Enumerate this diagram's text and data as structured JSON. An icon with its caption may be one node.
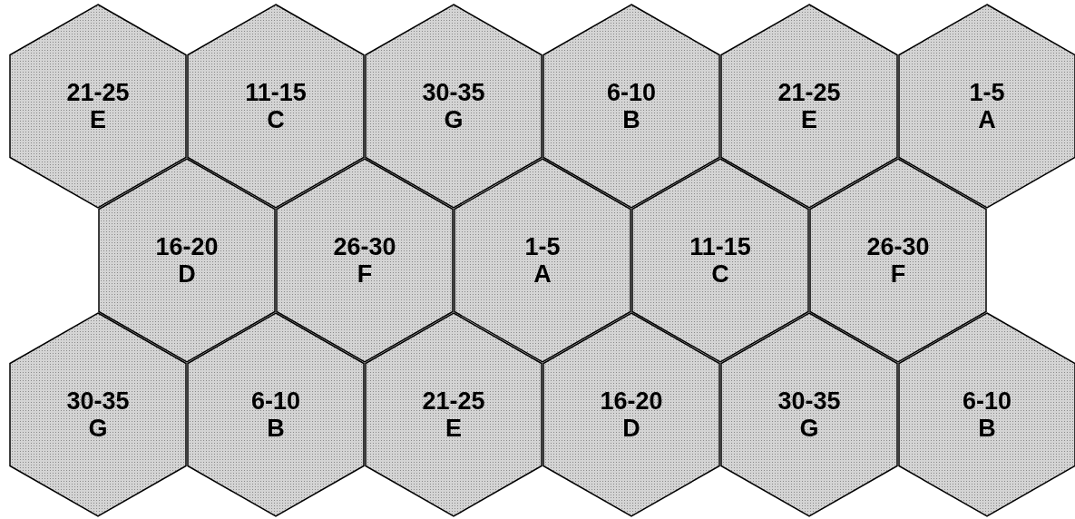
{
  "diagram": {
    "nodes": [
      {
        "text": [
          "21-25",
          "E"
        ]
      },
      {
        "text": [
          "11-15",
          "C"
        ]
      },
      {
        "text": [
          "30-35",
          "G"
        ]
      },
      {
        "text": [
          "6-10",
          "B"
        ]
      },
      {
        "text": [
          "21-25",
          "E"
        ]
      },
      {
        "text": [
          "1-5",
          "A"
        ]
      },
      {
        "text": [
          "16-20",
          "D"
        ]
      },
      {
        "text": [
          "26-30",
          "F"
        ]
      },
      {
        "text": [
          "1-5",
          "A"
        ]
      },
      {
        "text": [
          "11-15",
          "C"
        ]
      },
      {
        "text": [
          "26-30",
          "F"
        ]
      },
      {
        "text": [
          "30-35",
          "G"
        ]
      },
      {
        "text": [
          "6-10",
          "B"
        ]
      },
      {
        "text": [
          "21-25",
          "E"
        ]
      },
      {
        "text": [
          "16-20",
          "D"
        ]
      },
      {
        "text": [
          "30-35",
          "G"
        ]
      },
      {
        "text": [
          "6-10",
          "B"
        ]
      }
    ]
  }
}
